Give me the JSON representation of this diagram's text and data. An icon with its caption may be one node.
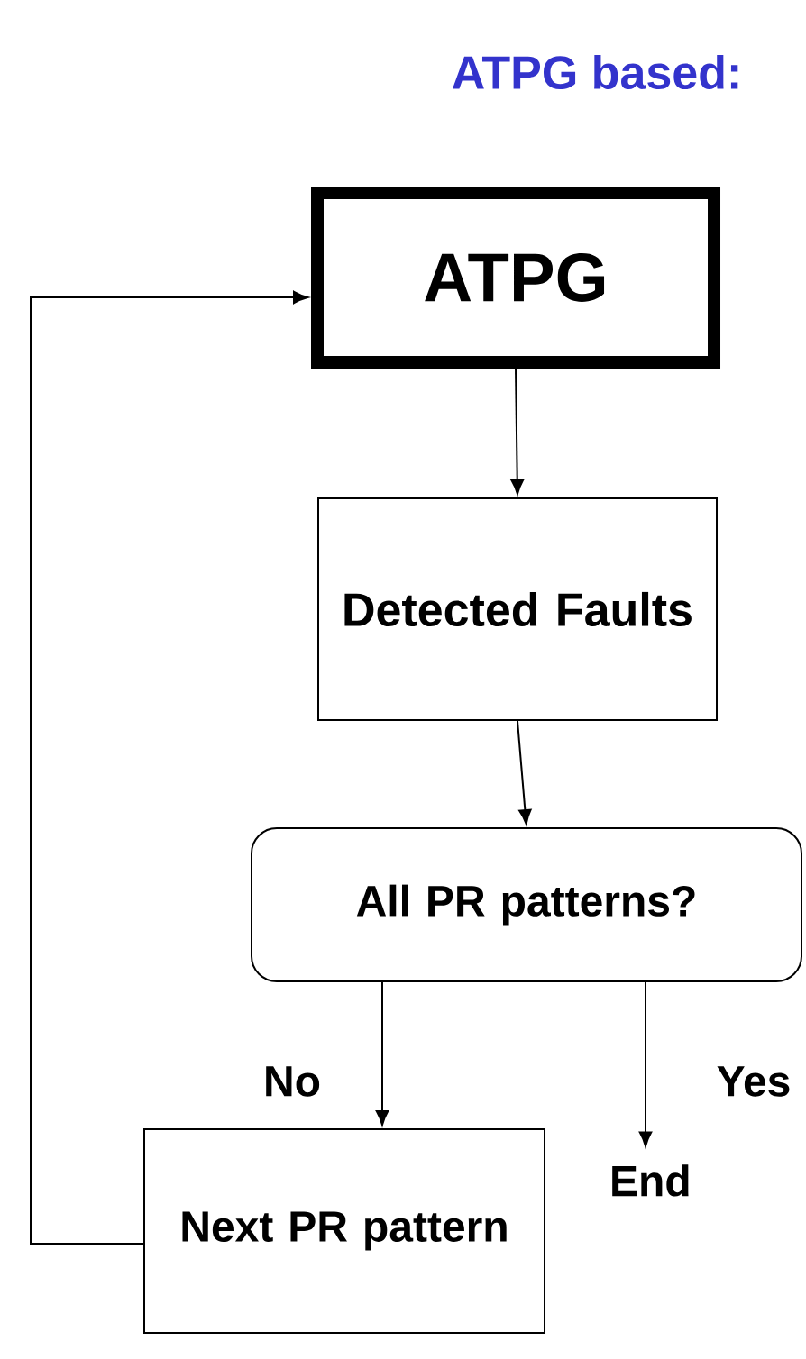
{
  "diagram": {
    "title": "ATPG based:",
    "nodes": [
      {
        "text": [
          "ATPG"
        ]
      },
      {
        "text": [
          "Detected Faults"
        ]
      },
      {
        "text": [
          "All PR patterns?"
        ]
      },
      {
        "text": [
          "Next PR pattern"
        ]
      },
      {
        "text": [
          "End"
        ]
      }
    ],
    "edges": [
      {
        "from": 0,
        "to": 1,
        "arrow": "to"
      },
      {
        "from": 1,
        "to": 2,
        "arrow": "to"
      },
      {
        "from": 2,
        "to": 3,
        "arrow": "to",
        "label": "No"
      },
      {
        "from": 2,
        "to": 4,
        "arrow": "to",
        "label": "Yes"
      },
      {
        "from": 3,
        "to": 0,
        "arrow": "to"
      }
    ]
  }
}
